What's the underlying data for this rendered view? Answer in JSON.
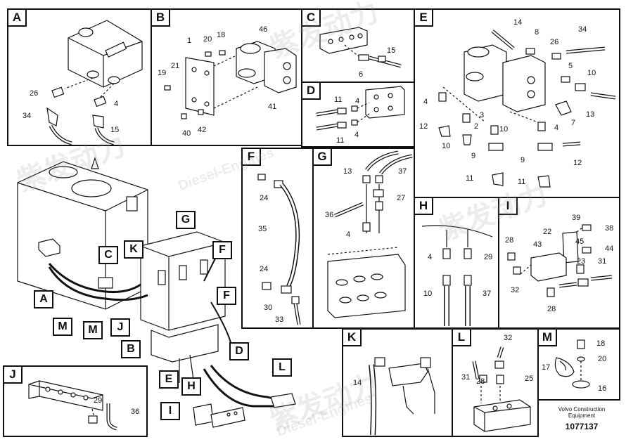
{
  "panels": [
    {
      "id": "A",
      "letter": "A",
      "callouts": [
        "26",
        "34",
        "4",
        "15"
      ]
    },
    {
      "id": "B",
      "letter": "B",
      "callouts": [
        "1",
        "20",
        "18",
        "46",
        "19",
        "21",
        "41",
        "40",
        "42"
      ]
    },
    {
      "id": "C",
      "letter": "C",
      "callouts": [
        "15",
        "6"
      ]
    },
    {
      "id": "D",
      "letter": "D",
      "callouts": [
        "11",
        "4",
        "11",
        "4"
      ]
    },
    {
      "id": "E",
      "letter": "E",
      "callouts": [
        "14",
        "8",
        "26",
        "34",
        "5",
        "10",
        "4",
        "3",
        "13",
        "12",
        "2",
        "10",
        "7",
        "10",
        "4",
        "9",
        "9",
        "12",
        "11",
        "11"
      ]
    },
    {
      "id": "F",
      "letter": "F",
      "callouts": [
        "24",
        "35",
        "24",
        "30",
        "33"
      ]
    },
    {
      "id": "G",
      "letter": "G",
      "callouts": [
        "13",
        "37",
        "27",
        "36",
        "4"
      ]
    },
    {
      "id": "H",
      "letter": "H",
      "callouts": [
        "4",
        "29",
        "10",
        "37"
      ]
    },
    {
      "id": "I",
      "letter": "I",
      "callouts": [
        "39",
        "38",
        "22",
        "45",
        "28",
        "43",
        "44",
        "23",
        "31",
        "32",
        "28"
      ]
    },
    {
      "id": "J",
      "letter": "J",
      "callouts": [
        "29",
        "36"
      ]
    },
    {
      "id": "K",
      "letter": "K",
      "callouts": [
        "14"
      ]
    },
    {
      "id": "L",
      "letter": "L",
      "callouts": [
        "32",
        "31",
        "28",
        "25"
      ]
    },
    {
      "id": "M",
      "letter": "M",
      "callouts": [
        "18",
        "20",
        "17",
        "16"
      ]
    }
  ],
  "overview_tags": [
    "G",
    "C",
    "K",
    "F",
    "A",
    "M",
    "M",
    "J",
    "B",
    "F",
    "D",
    "E",
    "H",
    "I",
    "L"
  ],
  "footer": {
    "line1": "Volvo Construction",
    "line2": "Equipment",
    "part_number": "1077137"
  },
  "watermark": {
    "text": "紫发动力",
    "subtext": "Diesel-Engines"
  }
}
